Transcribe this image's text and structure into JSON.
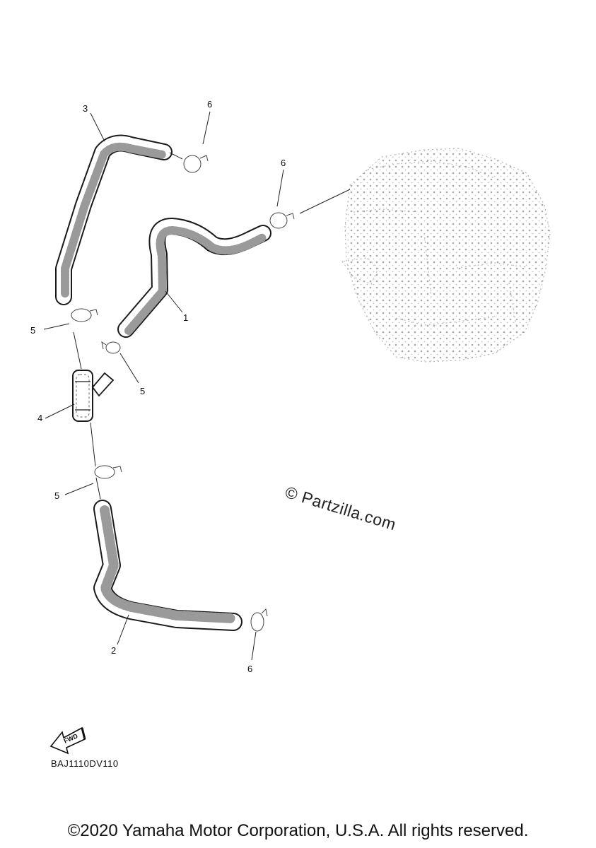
{
  "callouts": {
    "c1": "1",
    "c2": "2",
    "c3": "3",
    "c4": "4",
    "c5a": "5",
    "c5b": "5",
    "c5c": "5",
    "c6a": "6",
    "c6b": "6",
    "c6c": "6"
  },
  "fwd_label": "FWD",
  "watermark": "© Partzilla.com",
  "diagram_code": "BAJ1110DV110",
  "copyright": "©2020 Yamaha Motor Corporation, U.S.A. All rights reserved."
}
